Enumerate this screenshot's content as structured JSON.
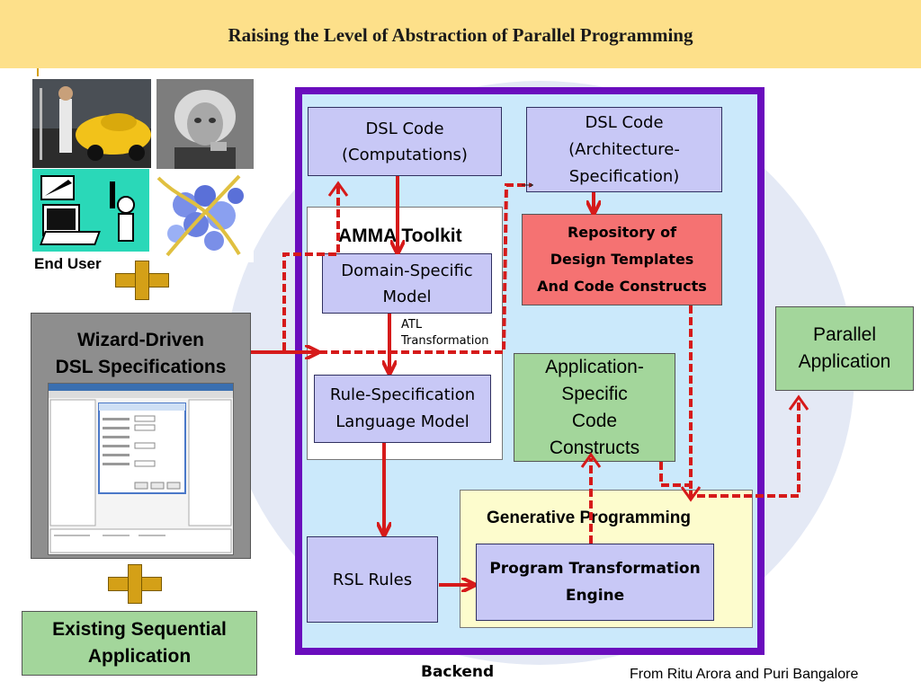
{
  "header": {
    "title": "Raising the Level of Abstraction of Parallel Programming"
  },
  "left": {
    "end_user_label": "End User",
    "wizard_label_line1": "Wizard-Driven",
    "wizard_label_line2": "DSL Specifications",
    "existing_line1": "Existing Sequential",
    "existing_line2": "Application"
  },
  "boxes": {
    "dsl_comp_line1": "DSL Code",
    "dsl_comp_line2": "(Computations)",
    "dsl_arch_line1": "DSL Code",
    "dsl_arch_line2": "(Architecture-",
    "dsl_arch_line3": "Specification)",
    "amma_toolkit": "AMMA Toolkit",
    "domain_model_line1": "Domain-Specific",
    "domain_model_line2": "Model",
    "atl_line1": "ATL",
    "atl_line2": "Transformation",
    "rule_spec_line1": "Rule-Specification",
    "rule_spec_line2": "Language Model",
    "repo_line1": "Repository of",
    "repo_line2": "Design Templates",
    "repo_line3": "And Code Constructs",
    "app_line1": "Application-",
    "app_line2": "Specific",
    "app_line3": "Code",
    "app_line4": "Constructs",
    "parallel_line1": "Parallel",
    "parallel_line2": "Application",
    "generative": "Generative Programming",
    "rsl_rules": "RSL Rules",
    "pte_line1": "Program Transformation",
    "pte_line2": "Engine",
    "backend": "Backend"
  },
  "footer": {
    "credit": "From Ritu Arora and Puri Bangalore"
  },
  "colors": {
    "header_bg": "#fde08a",
    "frame": "#6a0dbd",
    "arrow_red": "#d61a1a"
  }
}
